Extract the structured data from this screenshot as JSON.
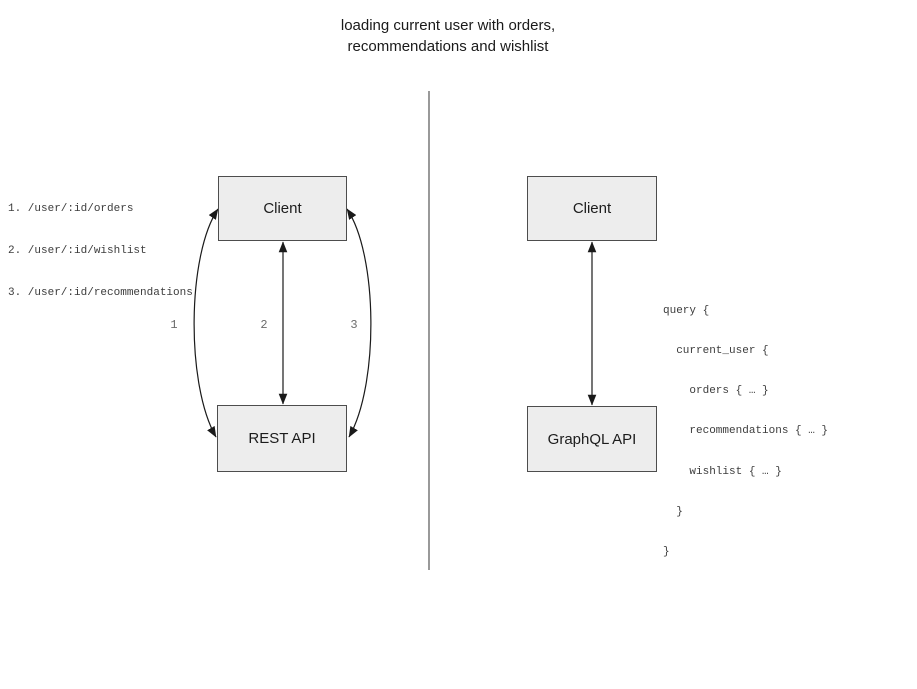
{
  "title": {
    "line1": "loading current user with orders,",
    "line2": "recommendations and wishlist"
  },
  "colors": {
    "box_fill": "#ededed",
    "box_border": "#4d4d4d",
    "arrow": "#1a1a1a",
    "divider": "#6e6e6e",
    "code_text": "#3c3c3c",
    "arrow_label_text": "#6b6b6b",
    "title_text": "#1a1a1a"
  },
  "rest_panel": {
    "client_label": "Client",
    "api_label": "REST API",
    "endpoints": [
      "1. /user/:id/orders",
      "2. /user/:id/wishlist",
      "3. /user/:id/recommendations"
    ],
    "arrow_labels": [
      "1",
      "2",
      "3"
    ]
  },
  "graphql_panel": {
    "client_label": "Client",
    "api_label": "GraphQL API",
    "query_lines": [
      "query {",
      "  current_user {",
      "    orders { … }",
      "    recommendations { … }",
      "    wishlist { … }",
      "  }",
      "}"
    ]
  }
}
